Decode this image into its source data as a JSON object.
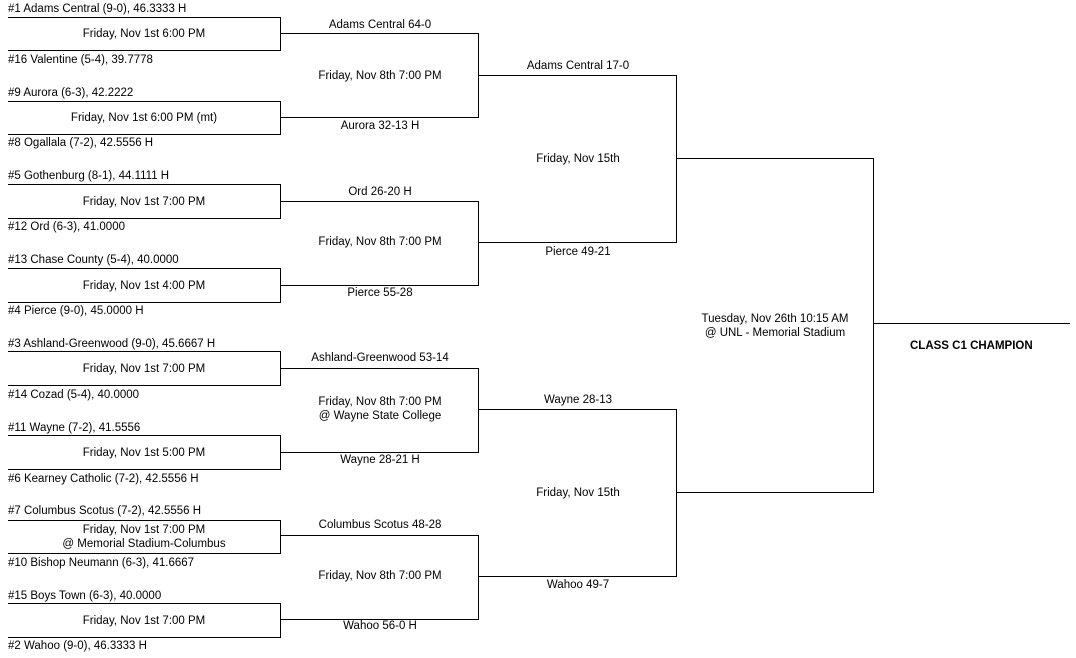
{
  "title": "CLASS C1 CHAMPION",
  "teams": [
    "#1 Adams Central (9-0), 46.3333 H",
    "#16 Valentine (5-4), 39.7778",
    "#9 Aurora (6-3), 42.2222",
    "#8 Ogallala (7-2), 42.5556 H",
    "#5 Gothenburg (8-1), 44.1111 H",
    "#12 Ord (6-3), 41.0000",
    "#13 Chase County (5-4), 40.0000",
    "#4 Pierce (9-0), 45.0000 H",
    "#3 Ashland-Greenwood (9-0), 45.6667 H",
    "#14 Cozad (5-4), 40.0000",
    "#11 Wayne (7-2), 41.5556",
    "#6 Kearney Catholic (7-2), 42.5556 H",
    "#7 Columbus Scotus (7-2), 42.5556 H",
    "#10 Bishop Neumann (6-3), 41.6667",
    "#15 Boys Town (6-3), 40.0000",
    "#2 Wahoo (9-0), 46.3333 H"
  ],
  "round1": [
    {
      "when": "Friday, Nov 1st 6:00 PM",
      "where": "",
      "result": "Adams Central 64-0"
    },
    {
      "when": "Friday, Nov 1st 6:00 PM (mt)",
      "where": "",
      "result": "Aurora 32-13 H"
    },
    {
      "when": "Friday, Nov 1st 7:00 PM",
      "where": "",
      "result": "Ord 26-20 H"
    },
    {
      "when": "Friday, Nov 1st 4:00 PM",
      "where": "",
      "result": "Pierce 55-28"
    },
    {
      "when": "Friday, Nov 1st 7:00 PM",
      "where": "",
      "result": "Ashland-Greenwood 53-14"
    },
    {
      "when": "Friday, Nov 1st 5:00 PM",
      "where": "",
      "result": "Wayne 28-21 H"
    },
    {
      "when": "Friday, Nov 1st 7:00 PM",
      "where": "@ Memorial Stadium-Columbus",
      "result": "Columbus Scotus 48-28"
    },
    {
      "when": "Friday, Nov 1st 7:00 PM",
      "where": "",
      "result": "Wahoo 56-0 H"
    }
  ],
  "round2": [
    {
      "when": "Friday, Nov 8th 7:00 PM",
      "where": "",
      "result": "Adams Central 17-0"
    },
    {
      "when": "Friday, Nov 8th 7:00 PM",
      "where": "",
      "result": "Pierce 49-21"
    },
    {
      "when": "Friday, Nov 8th 7:00 PM",
      "where": "@ Wayne State College",
      "result": "Wayne 28-13"
    },
    {
      "when": "Friday, Nov 8th 7:00 PM",
      "where": "",
      "result": "Wahoo 49-7"
    }
  ],
  "round3": [
    {
      "when": "Friday, Nov 15th"
    },
    {
      "when": "Friday, Nov 15th"
    }
  ],
  "final": {
    "when": "Tuesday, Nov 26th 10:15 AM",
    "where": "@ UNL - Memorial Stadium"
  }
}
